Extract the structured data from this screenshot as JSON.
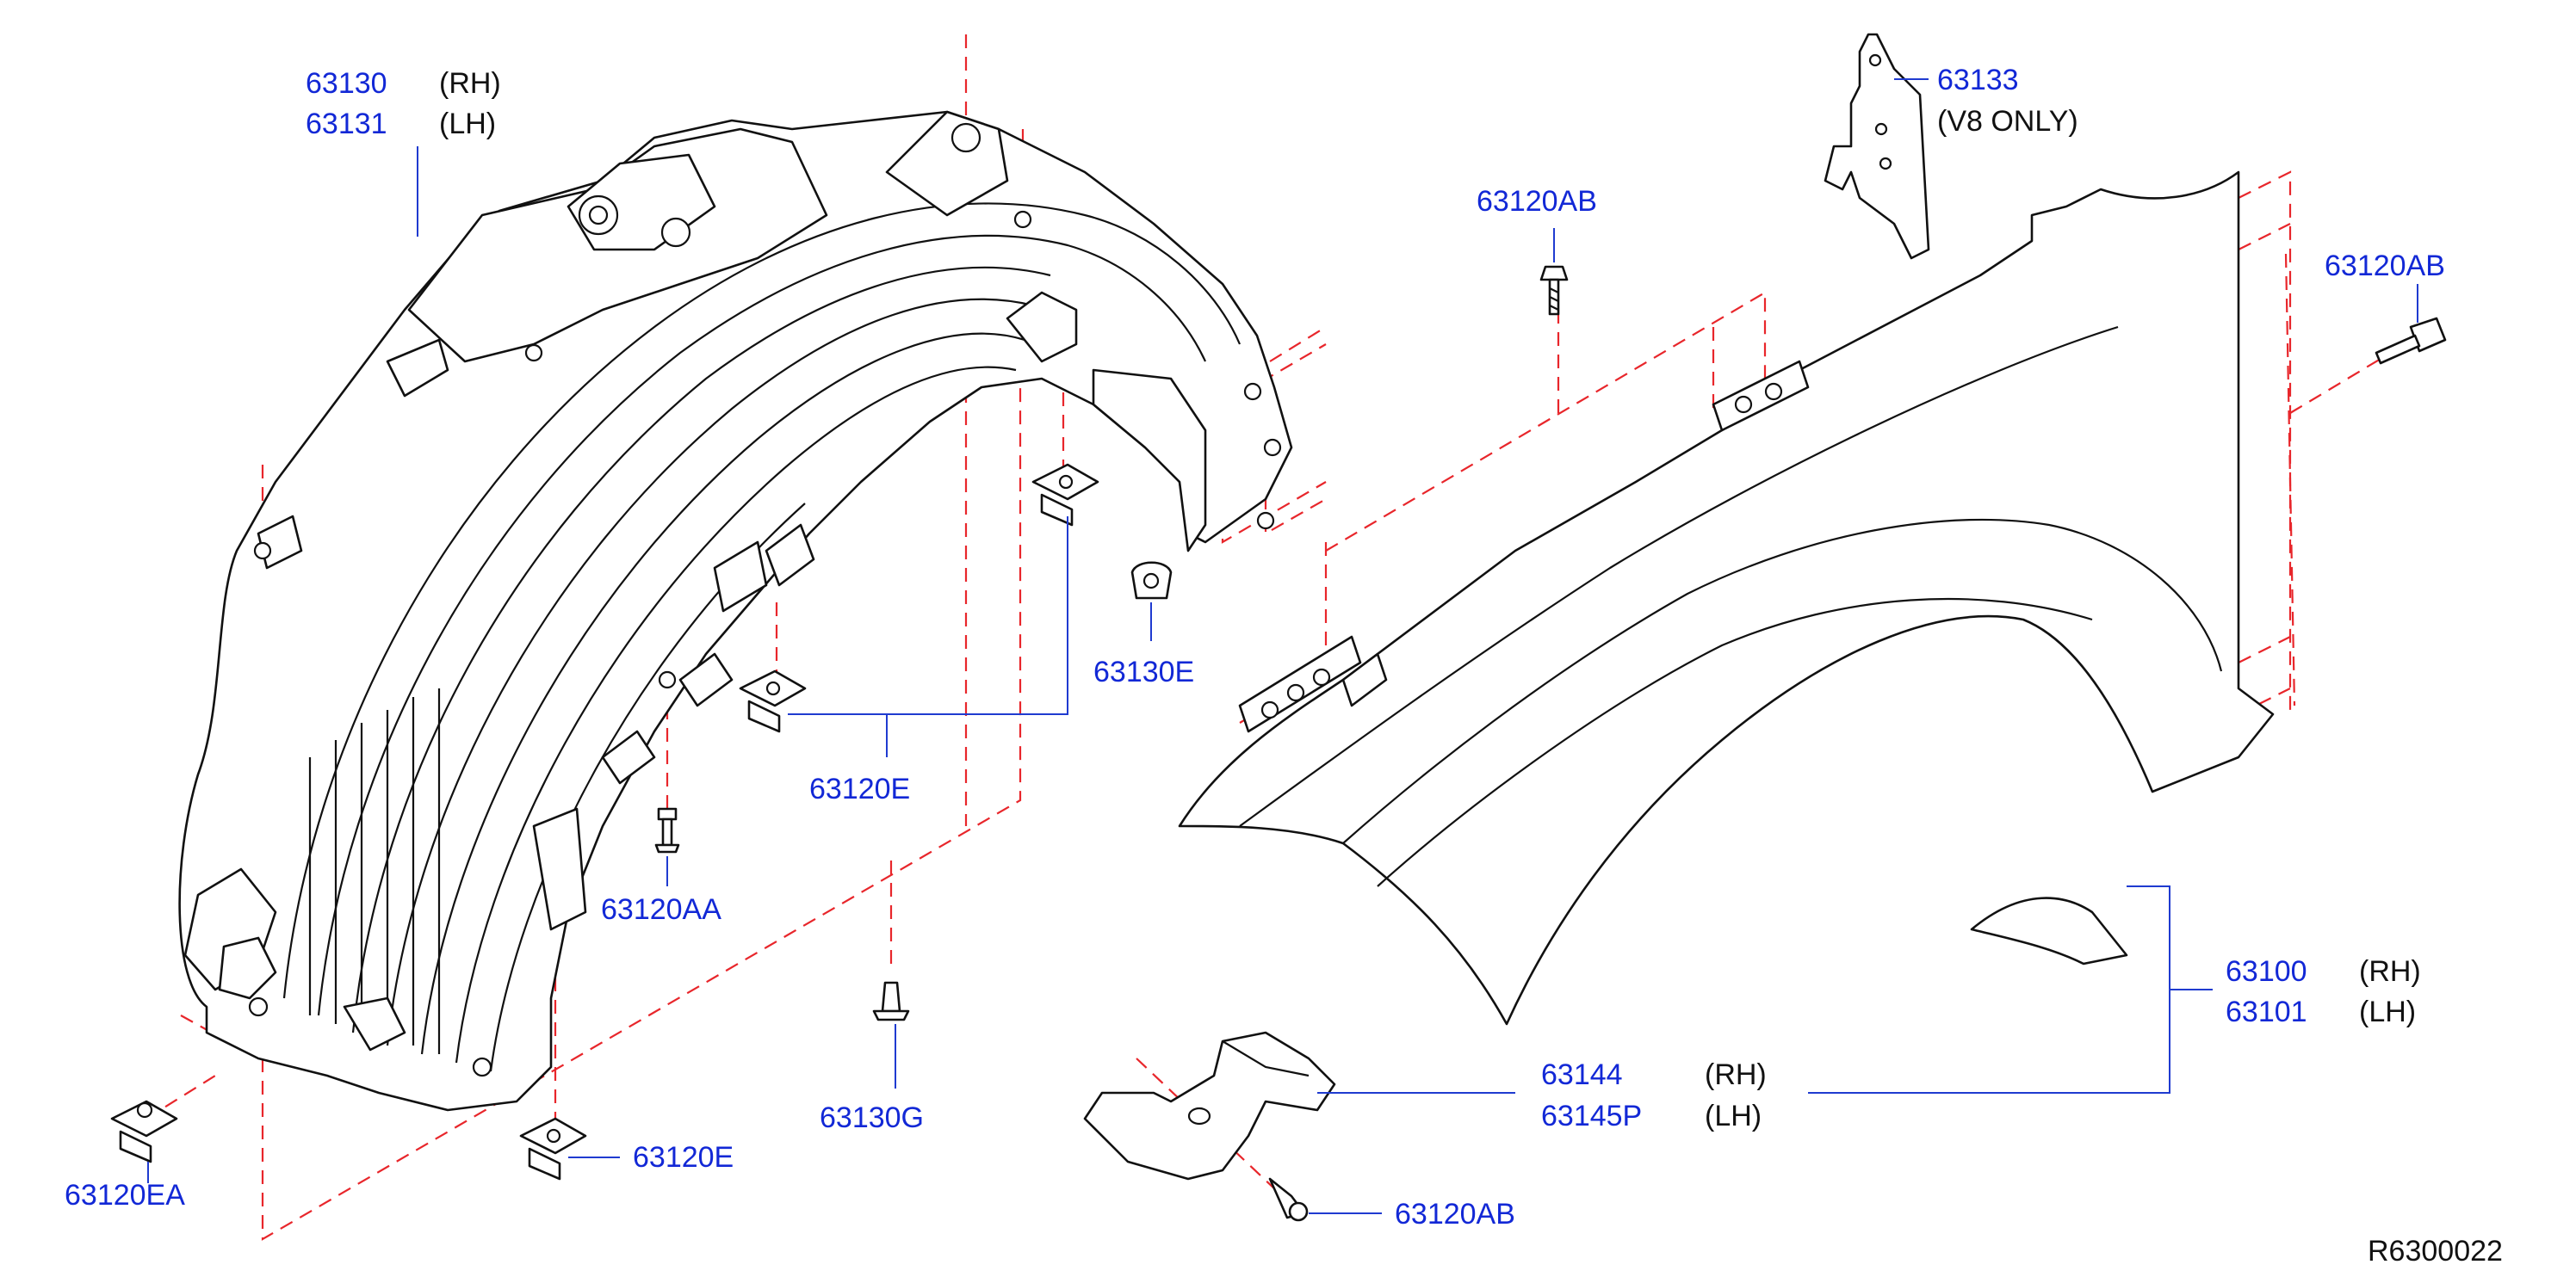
{
  "diagram_code": "R6300022",
  "colors": {
    "part_number": "#1228d6",
    "leader": "#1f3bd0",
    "centerline": "#e8262b",
    "outline": "#111111"
  },
  "callouts": {
    "fender_protector": [
      {
        "number": "63130",
        "side": "(RH)"
      },
      {
        "number": "63131",
        "side": "(LH)"
      }
    ],
    "fender": [
      {
        "number": "63100",
        "side": "(RH)"
      },
      {
        "number": "63101",
        "side": "(LH)"
      }
    ],
    "bracket": [
      {
        "number": "63144",
        "side": "(RH)"
      },
      {
        "number": "63145P",
        "side": "(LH)"
      }
    ],
    "v8_bracket": {
      "number": "63133",
      "note": "(V8   ONLY)"
    },
    "clip_63120e_upper": "63120E",
    "clip_63120e_lower": "63120E",
    "clip_63120ea": "63120EA",
    "screw_63120aa": "63120AA",
    "rivet_63130g": "63130G",
    "grommet_63130e": "63130E",
    "bolt_63120ab_top": "63120AB",
    "bolt_63120ab_right": "63120AB",
    "bolt_63120ab_bottom": "63120AB"
  }
}
